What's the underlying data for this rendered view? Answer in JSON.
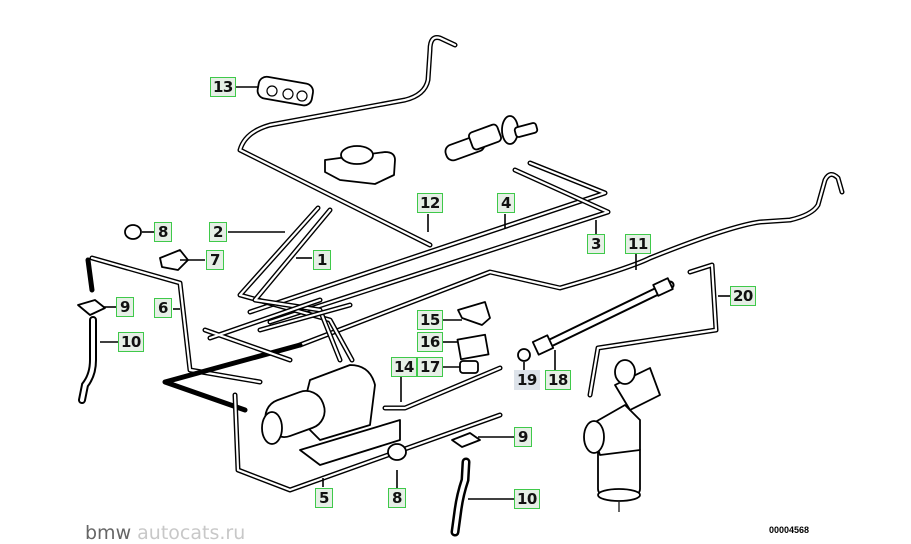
{
  "diagram": {
    "title": "Brake pipes / hydraulic lines parts diagram",
    "id_text": "00004568",
    "watermark": {
      "brand": "bmw",
      "rest": " autocats.ru"
    },
    "colors": {
      "callout_border": "#3fc94a",
      "callout_bg": "#e6efe6",
      "callout_gray_bg": "#dde3ea"
    }
  },
  "callouts": [
    {
      "number": "13",
      "part": "pipe clip (multi)"
    },
    {
      "number": "8",
      "part": "grommet (upper left)"
    },
    {
      "number": "2",
      "part": "brake pipe"
    },
    {
      "number": "7",
      "part": "clip holder"
    },
    {
      "number": "1",
      "part": "brake pipe"
    },
    {
      "number": "12",
      "part": "brake pipe"
    },
    {
      "number": "4",
      "part": "brake pipe"
    },
    {
      "number": "3",
      "part": "brake pipe"
    },
    {
      "number": "11",
      "part": "brake pipe (right)"
    },
    {
      "number": "9",
      "part": "hose bracket (left)"
    },
    {
      "number": "6",
      "part": "brake pipe (left)"
    },
    {
      "number": "10",
      "part": "brake hose (left)"
    },
    {
      "number": "15",
      "part": "bracket"
    },
    {
      "number": "16",
      "part": "junction block"
    },
    {
      "number": "14",
      "part": "brake pipe"
    },
    {
      "number": "17",
      "part": "clip"
    },
    {
      "number": "19",
      "part": "seal ring"
    },
    {
      "number": "18",
      "part": "brake hose"
    },
    {
      "number": "20",
      "part": "brake pipe (right)"
    },
    {
      "number": "9",
      "part": "hose bracket (lower)"
    },
    {
      "number": "5",
      "part": "brake pipe (long)"
    },
    {
      "number": "8",
      "part": "grommet (lower)"
    },
    {
      "number": "10",
      "part": "brake hose (lower)"
    }
  ]
}
